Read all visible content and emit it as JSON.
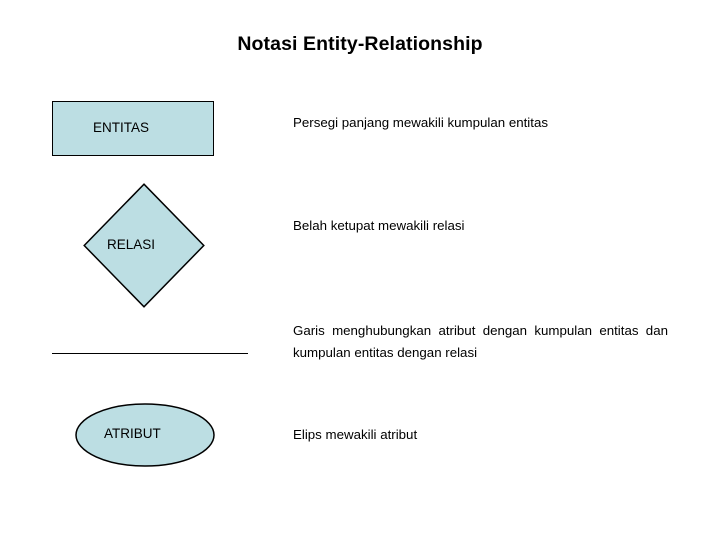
{
  "slide": {
    "title": "Notasi Entity-Relationship",
    "background_color": "#FFFFFF",
    "text_color": "#000000"
  },
  "palette": {
    "shape_fill": "#BCDEE3",
    "shape_stroke": "#000000",
    "line_color": "#000000"
  },
  "notation": {
    "entity": {
      "shape_name": "rectangle",
      "label": "ENTITAS",
      "description": "Persegi panjang mewakili kumpulan entitas"
    },
    "relation": {
      "shape_name": "diamond",
      "label": "RELASI",
      "description": "Belah ketupat mewakili relasi"
    },
    "line": {
      "shape_name": "line",
      "label": "",
      "description": "Garis menghubungkan atribut dengan kumpulan entitas dan kumpulan entitas dengan relasi"
    },
    "attribute": {
      "shape_name": "ellipse",
      "label": "ATRIBUT",
      "description": "Elips mewakili atribut"
    }
  }
}
